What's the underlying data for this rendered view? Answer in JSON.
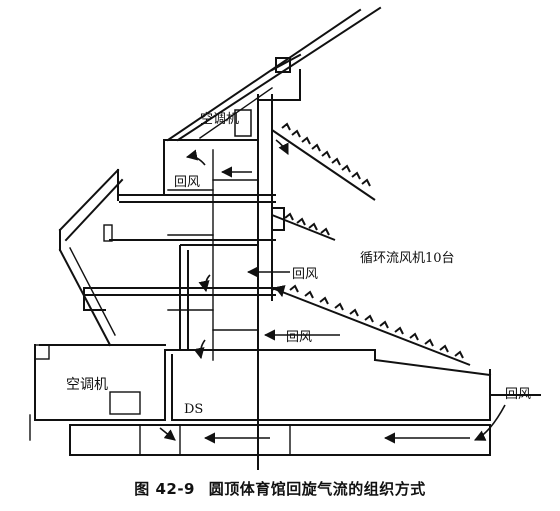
{
  "diagram": {
    "labels": {
      "ac_top": "空调机",
      "return_air_1": "回风",
      "circ_fan": "循环流风机10台",
      "return_air_2": "回风",
      "return_air_3": "回风",
      "ac_bottom": "空调机",
      "ds": "DS",
      "return_air_right": "回风"
    }
  },
  "caption": {
    "number": "图 42-9",
    "title": "圆顶体育馆回旋气流的组织方式"
  }
}
